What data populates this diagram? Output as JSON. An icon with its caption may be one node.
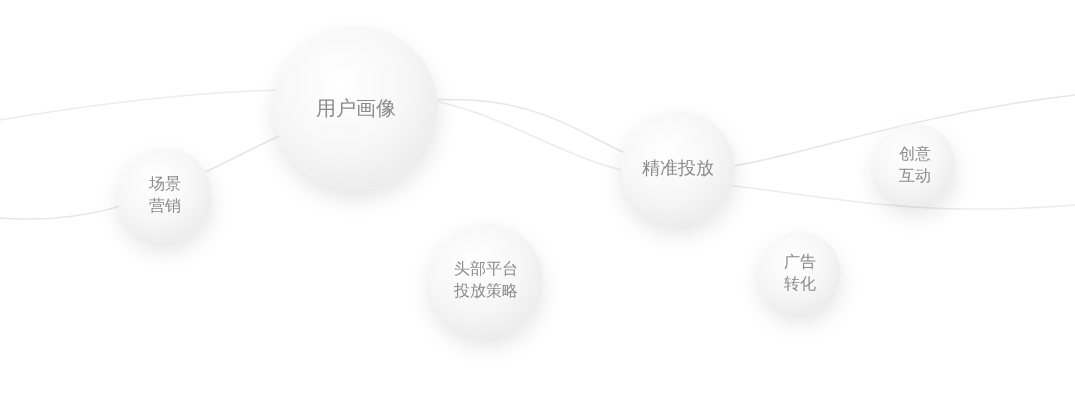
{
  "diagram": {
    "nodes": [
      {
        "text": [
          "场景营销"
        ]
      },
      {
        "text": [
          "用户画像"
        ]
      },
      {
        "text": [
          "头部平台投放策略"
        ]
      },
      {
        "text": [
          "精准投放"
        ]
      },
      {
        "text": [
          "广告转化"
        ]
      },
      {
        "text": [
          "创意互动"
        ]
      }
    ]
  }
}
